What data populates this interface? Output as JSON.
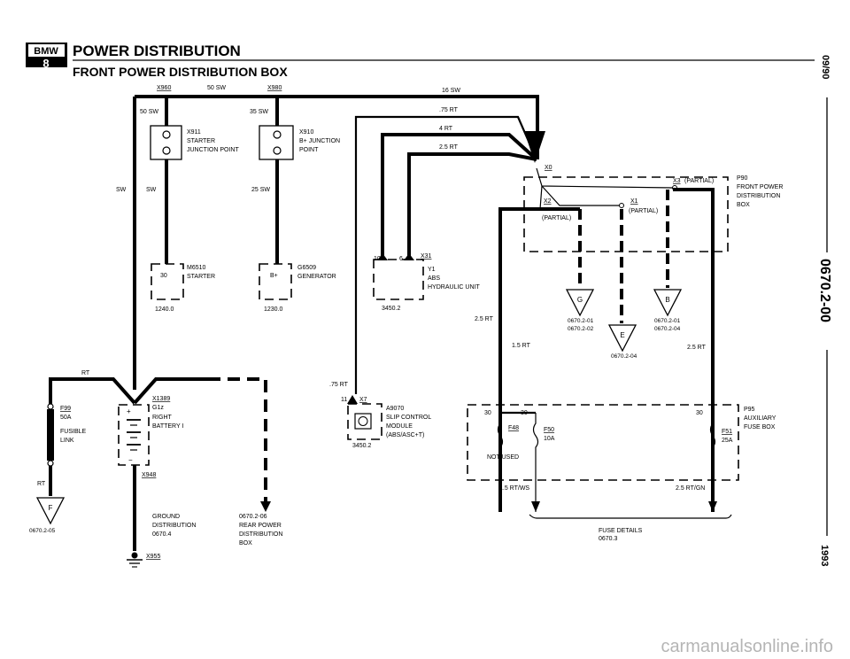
{
  "header": {
    "logo_text": "BMW",
    "logo_series": "8",
    "title": "POWER DISTRIBUTION",
    "subtitle": "FRONT POWER DISTRIBUTION BOX"
  },
  "side_labels": {
    "date": "09/90",
    "code": "0670.2-00",
    "year": "1993"
  },
  "top_labels": {
    "x960": "X960",
    "sw50": "50 SW",
    "x980": "X980",
    "sw16": "16 SW",
    "sw50b": "50 SW",
    "sw35": "35 SW",
    "rt75": ".75 RT",
    "rt4": "4 RT",
    "rt25": "2.5 RT",
    "sw_left": "SW",
    "sw_a": "SW",
    "sw25": "25 SW"
  },
  "x911": {
    "id": "X911",
    "l1": "STARTER",
    "l2": "JUNCTION POINT"
  },
  "x910": {
    "id": "X910",
    "l1": "B+ JUNCTION",
    "l2": "POINT"
  },
  "m6510": {
    "pin": "30",
    "id": "M6510",
    "name": "STARTER",
    "ref": "1240.0"
  },
  "g6509": {
    "pin": "B+",
    "id": "G6509",
    "name": "GENERATOR",
    "ref": "1230.0"
  },
  "y1": {
    "p10": "10",
    "p6": "6",
    "conn": "X31",
    "id": "Y1",
    "l1": "ABS",
    "l2": "HYDRAULIC UNIT",
    "ref": "3450.2"
  },
  "p90": {
    "x0": "X0",
    "x3": "X3",
    "x3_note": "(PARTIAL)",
    "x2": "X2",
    "x1": "X1",
    "x1_note": "(PARTIAL)",
    "x2_note": "(PARTIAL)",
    "id": "P90",
    "l1": "FRONT POWER",
    "l2": "DISTRIBUTION",
    "l3": "BOX"
  },
  "offpage": {
    "g": {
      "letter": "G",
      "r1": "0670.2-01",
      "r2": "0670.2-02"
    },
    "e": {
      "letter": "E",
      "r1": "0670.2-04"
    },
    "b": {
      "letter": "B",
      "r1": "0670.2-01",
      "r2": "0670.2-04"
    },
    "f": {
      "letter": "F",
      "r1": "0670.2-05"
    }
  },
  "wire_labels": {
    "rt25a": "2.5 RT",
    "rt15": "1.5 RT",
    "rt25b": "2.5 RT",
    "rt": "RT",
    "rt_left": "RT",
    "rt75b": ".75 RT",
    "rtws": "1.5 RT/WS",
    "rtgn": "2.5 RT/GN"
  },
  "f99": {
    "id": "F99",
    "amp": "50A",
    "l1": "FUSIBLE",
    "l2": "LINK"
  },
  "g1": {
    "conn": "X1389",
    "id": "G1z",
    "l1": "RIGHT",
    "l2": "BATTERY I",
    "x948": "X948"
  },
  "ground": {
    "l1": "GROUND",
    "l2": "DISTRIBUTION",
    "ref": "0670.4",
    "x955": "X955"
  },
  "rear": {
    "ref": "0670.2-06",
    "l1": "REAR POWER",
    "l2": "DISTRIBUTION",
    "l3": "BOX"
  },
  "a9070": {
    "pin": "11",
    "conn": "X7",
    "id": "A9070",
    "l1": "SLIP CONTROL",
    "l2": "MODULE",
    "l3": "(ABS/ASC+T)",
    "ref": "3450.2"
  },
  "p95": {
    "pin30a": "30",
    "pin30b": "30",
    "pin30c": "30",
    "f48": "F48",
    "not_used": "NOT USED",
    "f50": "F50",
    "f50_amp": "10A",
    "f51": "F51",
    "f51_amp": "25A",
    "id": "P95",
    "l1": "AUXILIARY",
    "l2": "FUSE BOX"
  },
  "fuse_details": {
    "l1": "FUSE DETAILS",
    "ref": "0670.3"
  },
  "watermark": "carmanualsonline.info"
}
